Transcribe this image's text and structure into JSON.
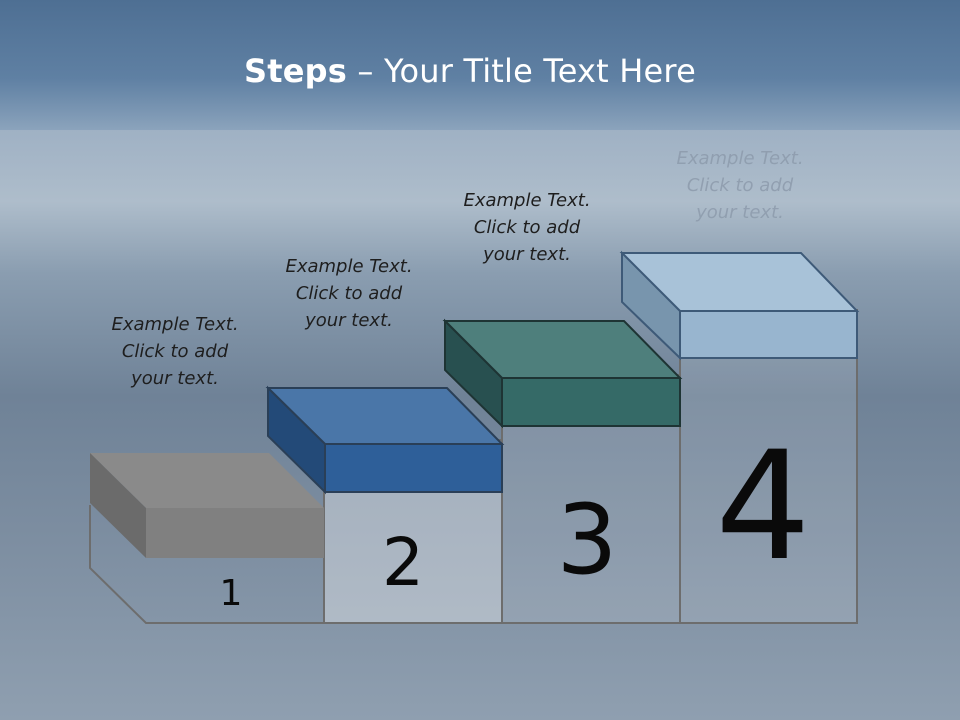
{
  "title": {
    "bold": "Steps",
    "rest": " – Your Title Text Here"
  },
  "steps": [
    {
      "number": "1",
      "note": "Example Text.\nClick  to add\nyour text.",
      "color_top": "#8a8a8a",
      "color_front": "#808080",
      "color_side": "#6b6b6b"
    },
    {
      "number": "2",
      "note": "Example Text.\nClick  to add\nyour text.",
      "color_top": "#4a76a8",
      "color_front": "#2e5f99",
      "color_side": "#234a78"
    },
    {
      "number": "3",
      "note": "Example Text.\nClick  to add\nyour text.",
      "color_top": "#4e7f7c",
      "color_front": "#356a67",
      "color_side": "#285050"
    },
    {
      "number": "4",
      "note": "Example Text.\nClick  to add\nyour text.",
      "color_top": "#a8c2d8",
      "color_front": "#98b5cf",
      "color_side": "#7895ad"
    }
  ]
}
